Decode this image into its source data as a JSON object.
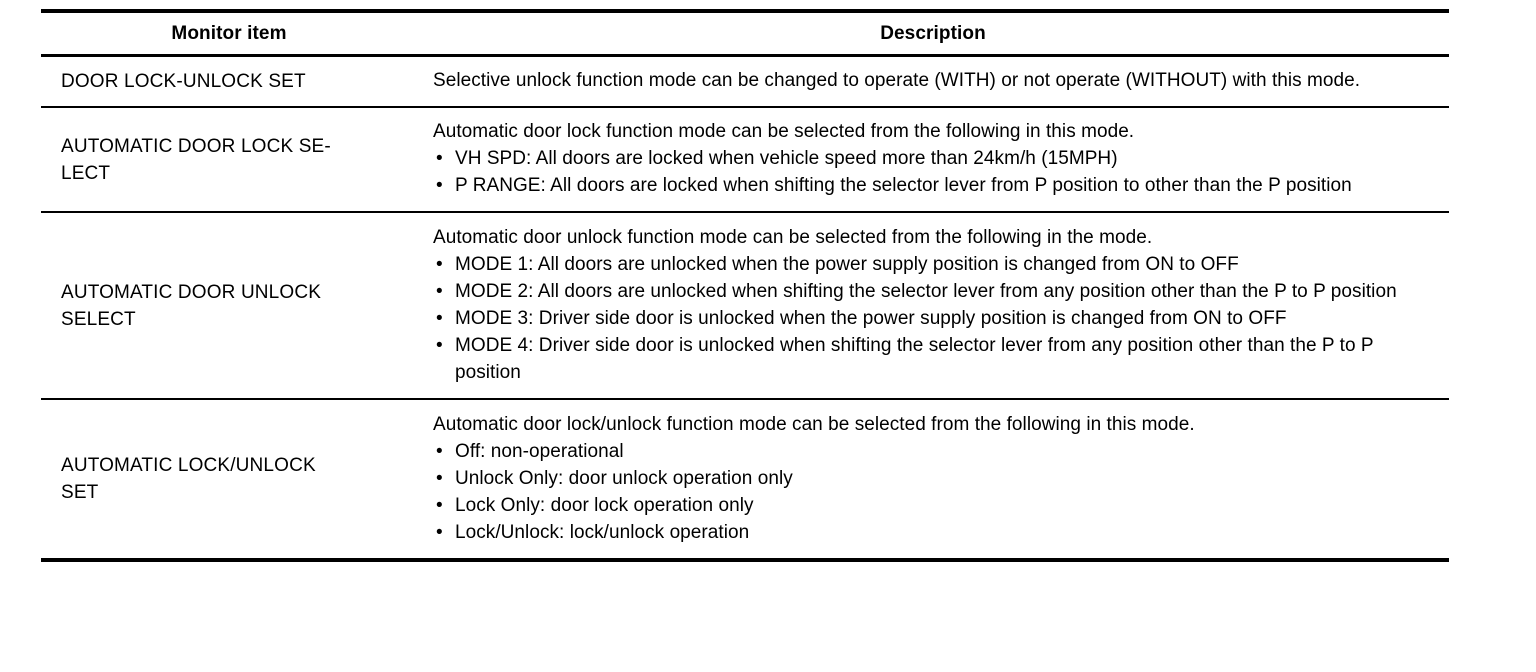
{
  "table": {
    "columns": [
      {
        "key": "monitor_item",
        "label": "Monitor item"
      },
      {
        "key": "description",
        "label": "Description"
      }
    ],
    "rows": [
      {
        "monitor_item": "DOOR LOCK-UNLOCK SET",
        "description_lead": "Selective unlock function mode can be changed to operate (WITH) or not operate (WITHOUT) with this mode.",
        "description_bullets": []
      },
      {
        "monitor_item": "AUTOMATIC DOOR LOCK SE-\nLECT",
        "description_lead": "Automatic door lock function mode can be selected from the following in this mode.",
        "description_bullets": [
          "VH SPD: All doors are locked when vehicle speed more than 24km/h (15MPH)",
          "P RANGE: All doors are locked when shifting the selector lever from P position to other than the P position"
        ]
      },
      {
        "monitor_item": "AUTOMATIC DOOR UNLOCK\nSELECT",
        "description_lead": "Automatic door unlock function mode can be selected from the following in the mode.",
        "description_bullets": [
          "MODE 1: All doors are unlocked when the power supply position is changed from ON to OFF",
          "MODE 2: All doors are unlocked when shifting the selector lever from any position other than the P to P position",
          "MODE 3: Driver side door is unlocked when the power supply position is changed from ON to OFF",
          "MODE 4: Driver side door is unlocked when shifting the selector lever from any position other than the P to P position"
        ]
      },
      {
        "monitor_item": "AUTOMATIC LOCK/UNLOCK\nSET",
        "description_lead": "Automatic door lock/unlock function mode can be selected from the following in this mode.",
        "description_bullets": [
          "Off: non-operational",
          "Unlock Only: door unlock operation only",
          "Lock Only: door lock operation only",
          "Lock/Unlock: lock/unlock operation"
        ]
      }
    ],
    "bullet_glyph": "•",
    "colors": {
      "rule": "#000000",
      "text": "#000000",
      "background": "#ffffff"
    }
  }
}
